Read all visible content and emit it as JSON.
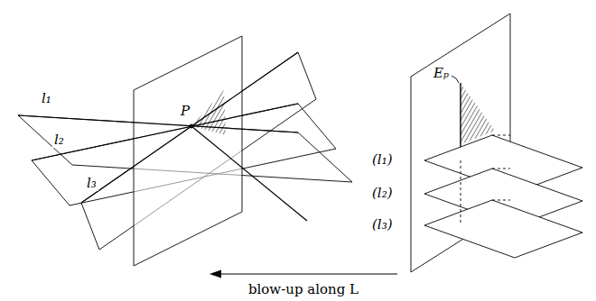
{
  "diagram": {
    "labels": [
      "l₁",
      "l₂",
      "l₃",
      "P",
      "Eₚ",
      "(l₁)",
      "(l₂)",
      "(l₃)",
      "blow-up along L"
    ]
  }
}
